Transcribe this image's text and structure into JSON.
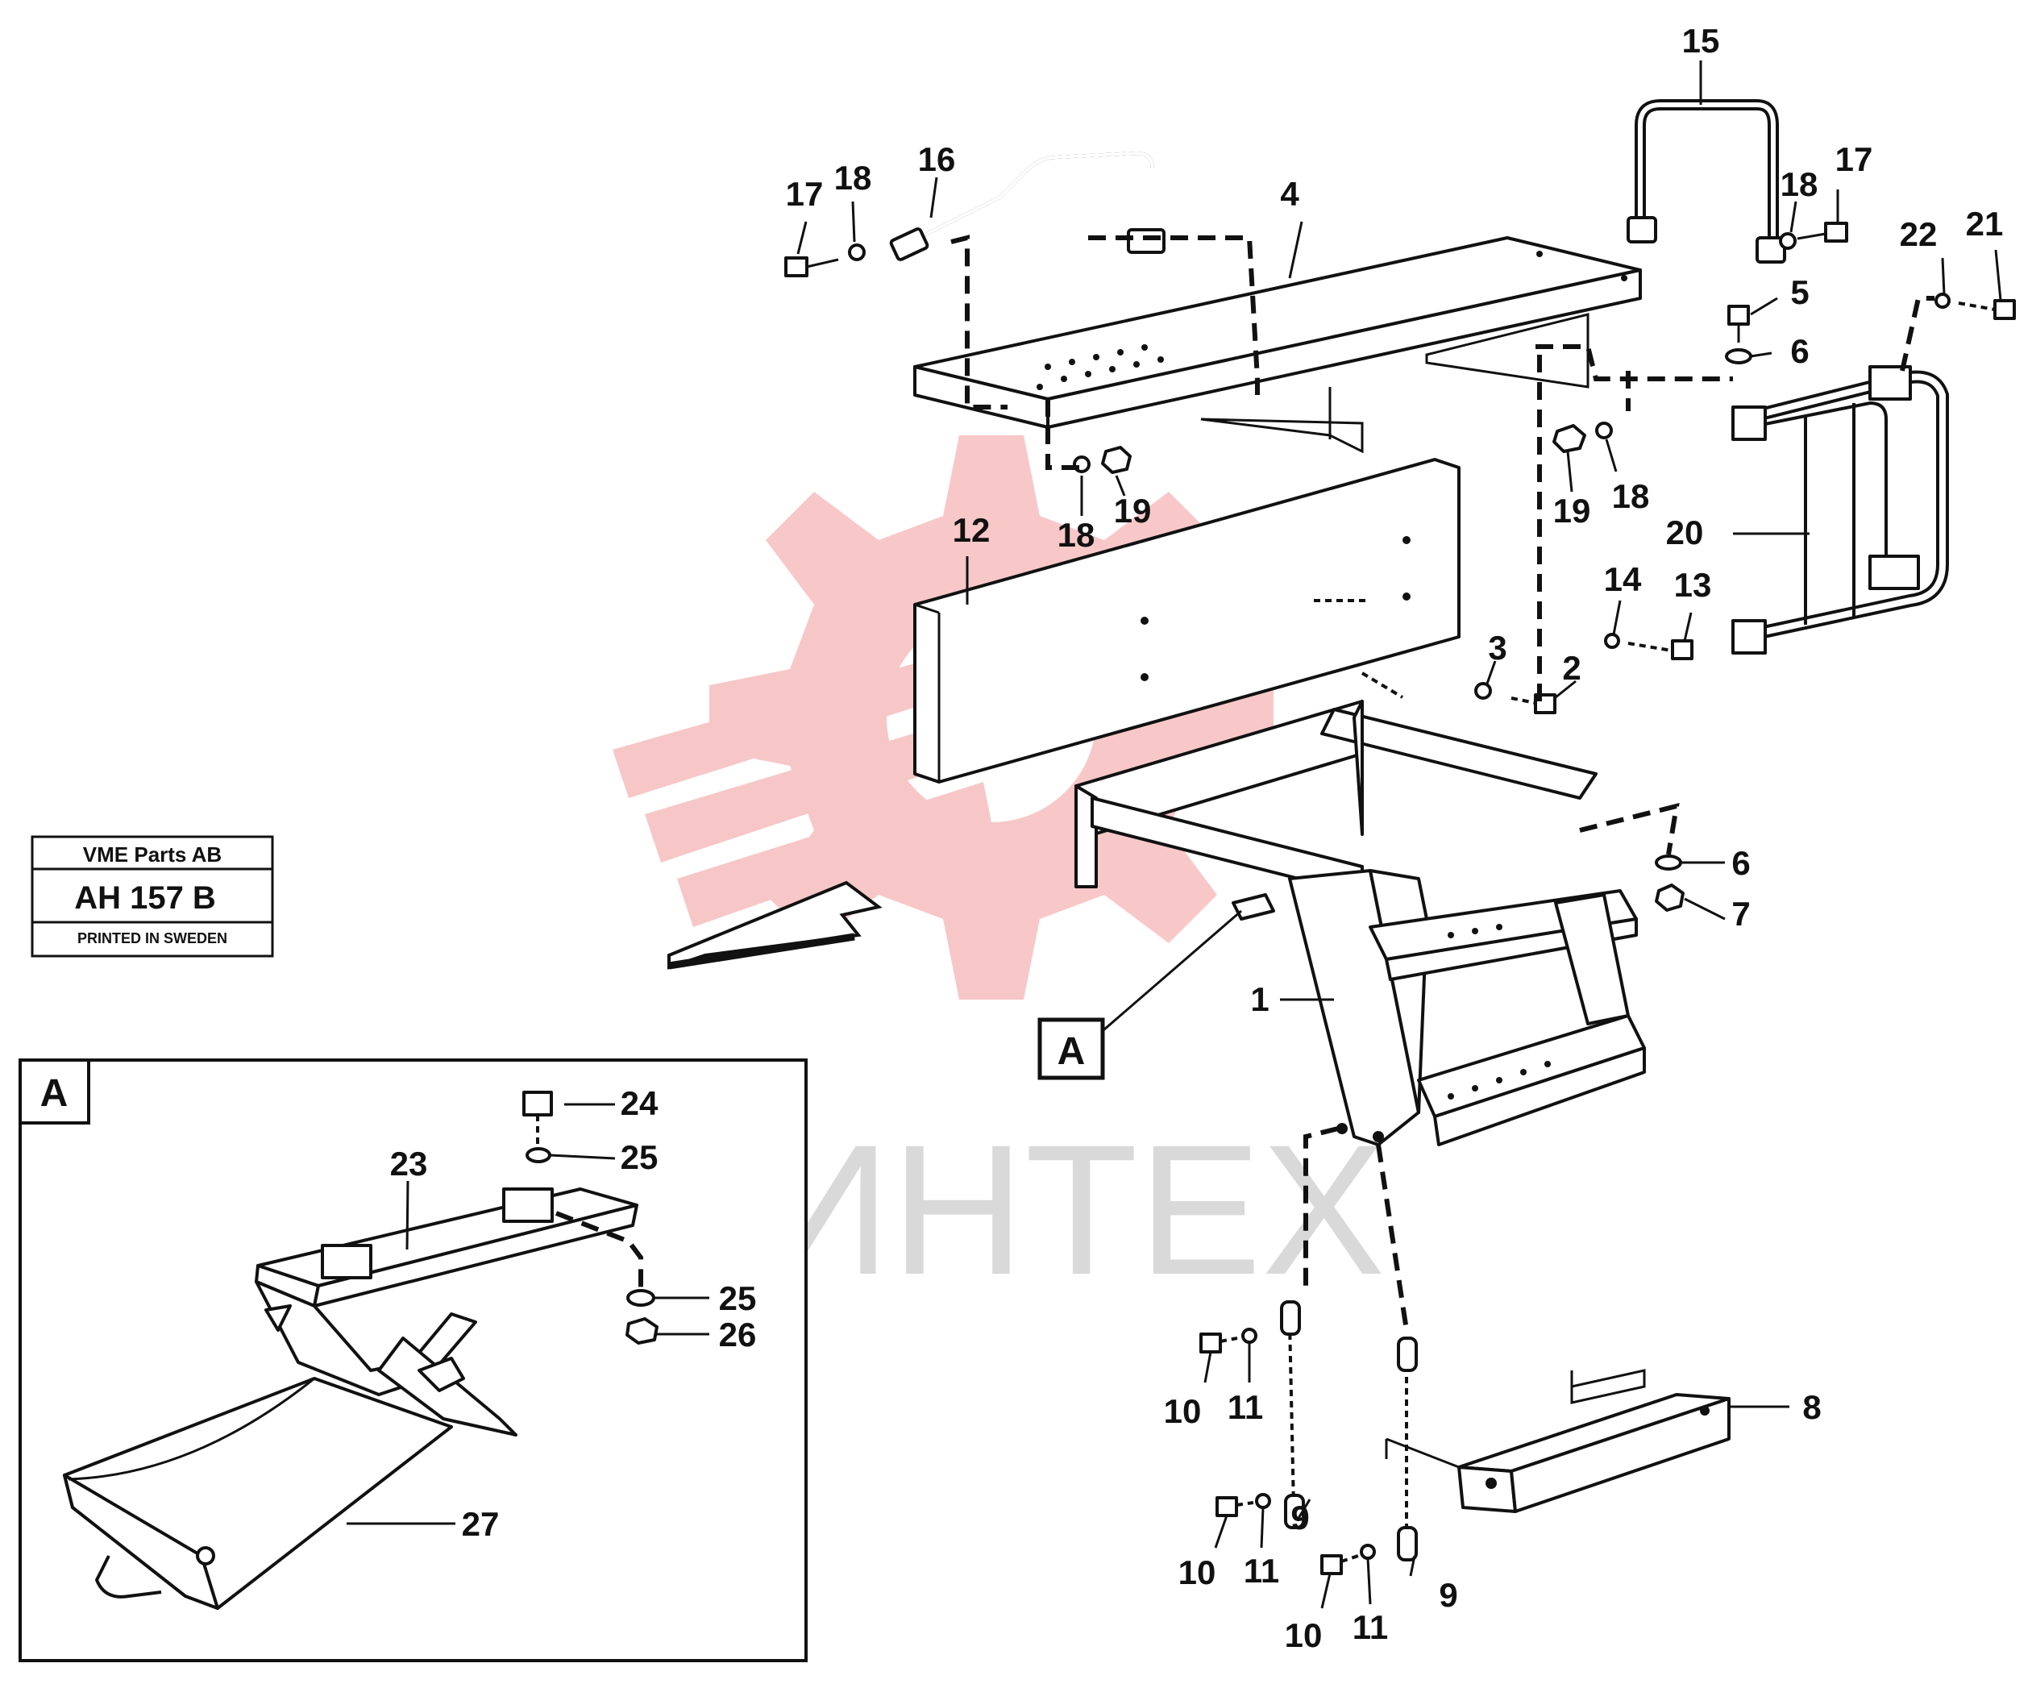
{
  "stamp": {
    "company": "VME Parts AB",
    "code": "AH 157 B",
    "footer": "PRINTED IN SWEDEN"
  },
  "watermark": {
    "text": "ИНТЕХ",
    "color": "#e63a3a"
  },
  "detail": {
    "letter": "A",
    "callout_letter": "A"
  },
  "labels": {
    "p1": "1",
    "p2": "2",
    "p3": "3",
    "p4": "4",
    "p5": "5",
    "p6a": "6",
    "p6b": "6",
    "p7": "7",
    "p8": "8",
    "p9a": "9",
    "p9b": "9",
    "p10a": "10",
    "p10b": "10",
    "p10c": "10",
    "p11a": "11",
    "p11b": "11",
    "p11c": "11",
    "p12": "12",
    "p13": "13",
    "p14": "14",
    "p15": "15",
    "p16": "16",
    "p17a": "17",
    "p17b": "17",
    "p18a": "18",
    "p18b": "18",
    "p18c": "18",
    "p18d": "18",
    "p19a": "19",
    "p19b": "19",
    "p20": "20",
    "p21": "21",
    "p22": "22",
    "p23": "23",
    "p24": "24",
    "p25a": "25",
    "p25b": "25",
    "p26": "26",
    "p27": "27"
  }
}
